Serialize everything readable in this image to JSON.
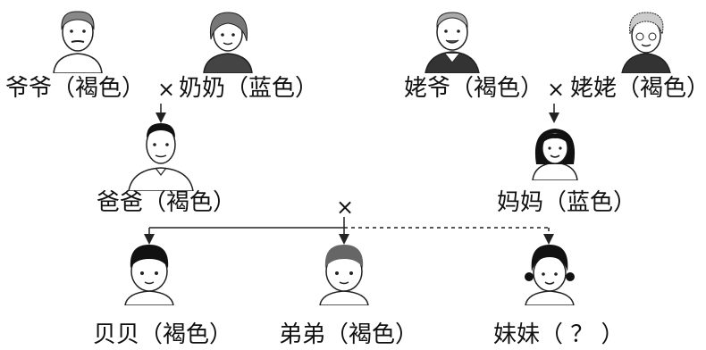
{
  "people": {
    "grandpa_paternal": "爷爷（褐色）",
    "grandma_paternal": "奶奶（蓝色）",
    "grandpa_maternal": "姥爷（褐色）",
    "grandma_maternal": "姥姥（褐色）",
    "father": "爸爸（褐色）",
    "mother": "妈妈（蓝色）",
    "beibei": "贝贝（褐色）",
    "brother": "弟弟（褐色）",
    "sister": "妹妹（ ？ ）"
  },
  "symbols": {
    "cross": "×"
  }
}
